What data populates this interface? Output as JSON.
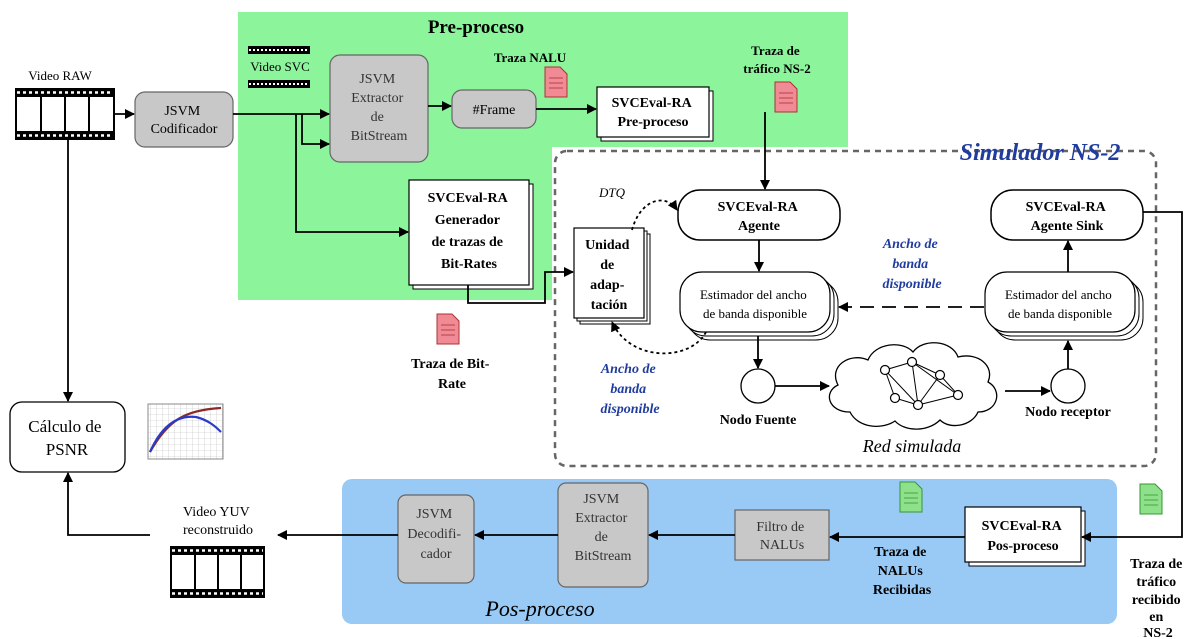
{
  "regions": {
    "preproceso": "Pre-proceso",
    "simulador": "Simulador NS-2",
    "posproceso": "Pos-proceso"
  },
  "blocks": {
    "video_raw": "Video RAW",
    "jsvm_codificador": [
      "JSVM",
      "Codificador"
    ],
    "video_svc": "Video SVC",
    "jsvm_extractor_top": [
      "JSVM",
      "Extractor",
      "de",
      "BitStream"
    ],
    "frame": "#Frame",
    "traza_nalu": "Traza NALU",
    "traza_trafico": [
      "Traza de",
      "tráfico NS-2"
    ],
    "svceval_preproceso": [
      "SVCEval-RA",
      "Pre-proceso"
    ],
    "svceval_generador": [
      "SVCEval-RA",
      "Generador",
      "de trazas de",
      "Bit-Rates"
    ],
    "traza_bitrate": [
      "Traza de Bit-",
      "Rate"
    ],
    "dtq": "DTQ",
    "unidad_adaptacion": [
      "Unidad",
      "de",
      "adap-",
      "tación"
    ],
    "ancho_banda_left": [
      "Ancho de",
      "banda",
      "disponible"
    ],
    "svceval_agente": [
      "SVCEval-RA",
      "Agente"
    ],
    "estimador_left": [
      "Estimador del ancho",
      "de banda disponible"
    ],
    "ancho_banda_middle": [
      "Ancho de",
      "banda",
      "disponible"
    ],
    "svceval_sink": [
      "SVCEval-RA",
      "Agente Sink"
    ],
    "estimador_right": [
      "Estimador del ancho",
      "de banda disponible"
    ],
    "nodo_fuente": "Nodo Fuente",
    "red_simulada": "Red simulada",
    "nodo_receptor": "Nodo receptor",
    "calculo_psnr": [
      "Cálculo de",
      "PSNR"
    ],
    "video_yuv": [
      "Video YUV",
      "reconstruido"
    ],
    "jsvm_decodificador": [
      "JSVM",
      "Decodifi-",
      "cador"
    ],
    "jsvm_extractor_bottom": [
      "JSVM",
      "Extractor",
      "de",
      "BitStream"
    ],
    "filtro_nalus": [
      "Filtro de",
      "NALUs"
    ],
    "traza_nalus_recibidas": [
      "Traza de",
      "NALUs",
      "Recibidas"
    ],
    "svceval_posproceso": [
      "SVCEval-RA",
      "Pos-proceso"
    ],
    "traza_trafico_recibido": [
      "Traza de",
      "tráfico",
      "recibido",
      "en",
      "NS-2"
    ]
  },
  "colors": {
    "preproceso_bg": "#8cf59c",
    "posproceso_bg": "#99c9f5",
    "gray_box": "#c8c8c8",
    "blue_text": "#1f3c9e",
    "doc_red": "#f08a94",
    "doc_green": "#8ee08a"
  }
}
